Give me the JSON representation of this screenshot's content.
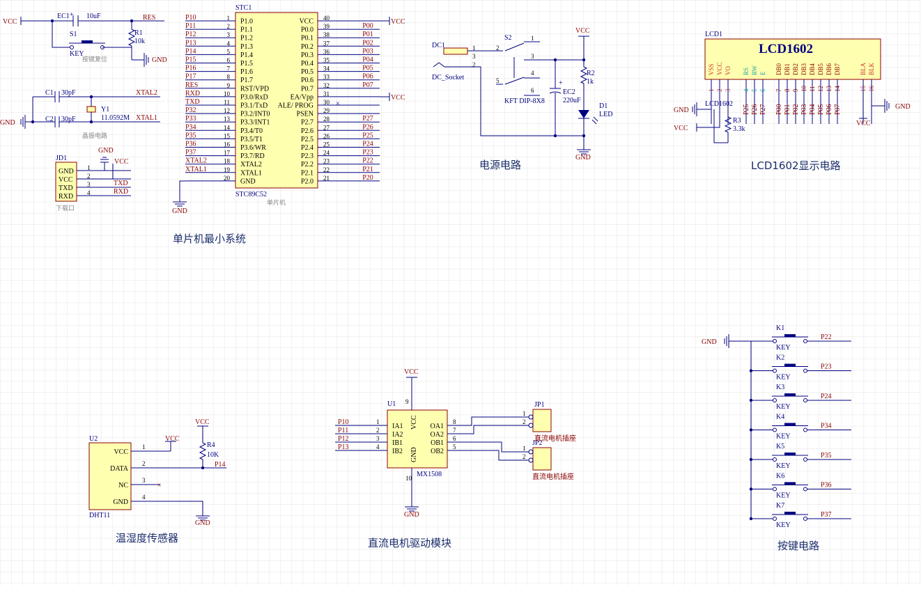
{
  "titles": {
    "mcu": "单片机最小系统",
    "power": "电源电路",
    "lcd": "LCD1602显示电路",
    "dht": "温湿度传感器",
    "motor": "直流电机驱动模块",
    "keys": "按键电路"
  },
  "captions": {
    "reset": "按键复位",
    "crystal": "晶振电路",
    "download": "下载口",
    "mcu_sub": "单片机"
  },
  "mcu": {
    "ref": "STC1",
    "part": "STC89C52",
    "left_nets": [
      "P10",
      "P11",
      "P12",
      "P13",
      "P14",
      "P15",
      "P16",
      "P17",
      "RES",
      "RXD",
      "TXD",
      "P32",
      "P33",
      "P34",
      "P35",
      "P36",
      "P37",
      "XTAL2",
      "XTAL1",
      ""
    ],
    "left_pins": [
      "1",
      "2",
      "3",
      "4",
      "5",
      "6",
      "7",
      "8",
      "9",
      "10",
      "11",
      "12",
      "13",
      "14",
      "15",
      "16",
      "17",
      "18",
      "19",
      "20"
    ],
    "left_names": [
      "P1.0",
      "P1.1",
      "P1.2",
      "P1.3",
      "P1.4",
      "P1.5",
      "P1.6",
      "P1.7",
      "RST/VPD",
      "P3.0/RxD",
      "P3.1/TxD",
      "P3.2/INT0",
      "P3.3/INT1",
      "P3.4/T0",
      "P3.5/T1",
      "P3.6/WR",
      "P3.7/RD",
      "XTAL2",
      "XTAL1",
      "GND"
    ],
    "left_prefix": [
      "",
      "",
      "",
      "",
      "",
      "",
      "",
      "",
      "",
      "RXD",
      "TXD",
      "",
      "",
      "",
      "",
      "",
      "",
      "",
      "",
      ""
    ],
    "right_names": [
      "VCC",
      "P0.0",
      "P0.1",
      "P0.2",
      "P0.3",
      "P0.4",
      "P0.5",
      "P0.6",
      "P0.7",
      "EA/Vpp",
      "ALE/ PROG",
      "PSEN",
      "P2.7",
      "P2.6",
      "P2.5",
      "P2.4",
      "P2.3",
      "P2.2",
      "P2.1",
      "P2.0"
    ],
    "right_pins": [
      "40",
      "39",
      "38",
      "37",
      "36",
      "35",
      "34",
      "33",
      "32",
      "31",
      "30",
      "29",
      "28",
      "27",
      "26",
      "25",
      "24",
      "23",
      "22",
      "21"
    ],
    "right_nets": [
      "",
      "P00",
      "P01",
      "P02",
      "P03",
      "P04",
      "P05",
      "P06",
      "P07",
      "",
      "",
      "",
      "P27",
      "P26",
      "P25",
      "P24",
      "P23",
      "P22",
      "P21",
      "P20"
    ],
    "vcc": "VCC",
    "gnd": "GND"
  },
  "reset": {
    "cap_ref": "EC1",
    "cap_val": "10uF",
    "sw_ref": "S1",
    "sw_val": "KEY",
    "res_ref": "R1",
    "res_val": "10k",
    "net_vcc": "VCC",
    "net_res": "RES",
    "net_gnd": "GND"
  },
  "crystal": {
    "c1_ref": "C1",
    "c1_val": "30pF",
    "c2_ref": "C2",
    "c2_val": "30pF",
    "y_ref": "Y1",
    "y_val": "11.0592M",
    "net_x2": "XTAL2",
    "net_x1": "XTAL1",
    "net_gnd": "GND"
  },
  "download": {
    "ref": "JD1",
    "names": [
      "GND",
      "VCC",
      "TXD",
      "RXD"
    ],
    "pins": [
      "1",
      "2",
      "3",
      "4"
    ],
    "net_gnd": "GND",
    "net_vcc": "VCC",
    "net_txd": "TXD",
    "net_rxd": "RXD"
  },
  "power": {
    "dc_ref": "DC1",
    "dc_val": "DC_Socket",
    "dc_pins": [
      "1",
      "3",
      "2"
    ],
    "sw_ref": "S2",
    "sw_val": "KFT DIP-8X8",
    "sw_pins": [
      "2",
      "1",
      "3",
      "4",
      "5",
      "6"
    ],
    "cap_ref": "EC2",
    "cap_val": "220uF",
    "res_ref": "R2",
    "res_val": "1k",
    "led_ref": "D1",
    "led_val": "LED",
    "vcc": "VCC",
    "gnd": "GND"
  },
  "lcd": {
    "ref": "LCD1",
    "title": "LCD1602",
    "sub": "LCD1602",
    "pin_names": [
      "VSS",
      "VCC",
      "VO",
      "RS",
      "RW",
      "E",
      "DB0",
      "DB1",
      "DB2",
      "DB3",
      "DB4",
      "DB5",
      "DB6",
      "DB7",
      "BLA",
      "BLK"
    ],
    "pin_nums": [
      "1",
      "2",
      "3",
      "4",
      "5",
      "6",
      "7",
      "8",
      "9",
      "10",
      "11",
      "12",
      "13",
      "14",
      "15",
      "16"
    ],
    "nets": [
      "",
      "",
      "",
      "P25",
      "P26",
      "P27",
      "P00",
      "P01",
      "P02",
      "P03",
      "P04",
      "P05",
      "P06",
      "P07",
      "",
      ""
    ],
    "res_ref": "R3",
    "res_val": "3.3k",
    "gnd": "GND",
    "vcc": "VCC"
  },
  "dht": {
    "ref": "U2",
    "part": "DHT11",
    "names": [
      "VCC",
      "DATA",
      "NC",
      "GND"
    ],
    "pins": [
      "1",
      "2",
      "3",
      "4"
    ],
    "res_ref": "R4",
    "res_val": "10K",
    "net_vcc": "VCC",
    "net_data": "P14",
    "net_gnd": "GND"
  },
  "motor": {
    "ref": "U1",
    "part": "MX1508",
    "left_names": [
      "IA1",
      "IA2",
      "IB1",
      "IB2"
    ],
    "left_pins": [
      "1",
      "2",
      "3",
      "4"
    ],
    "left_nets": [
      "P10",
      "P11",
      "P12",
      "P13"
    ],
    "right_names": [
      "OA1",
      "OA2",
      "OB1",
      "OB2"
    ],
    "right_pins": [
      "8",
      "7",
      "6",
      "5"
    ],
    "vcc_pin": "9",
    "gnd_pin": "10",
    "vcc_name": "VCC",
    "gnd_name": "GND",
    "jp1_ref": "JP1",
    "jp2_ref": "JP2",
    "jp_label": "直流电机插座",
    "jp_pins": [
      "1",
      "2"
    ],
    "net_vcc": "VCC",
    "net_gnd": "GND"
  },
  "keys": {
    "gnd": "GND",
    "refs": [
      "K1",
      "K2",
      "K3",
      "K4",
      "K5",
      "K6",
      "K7"
    ],
    "val": "KEY",
    "nets": [
      "P22",
      "P23",
      "P24",
      "P34",
      "P35",
      "P36",
      "P37"
    ]
  }
}
